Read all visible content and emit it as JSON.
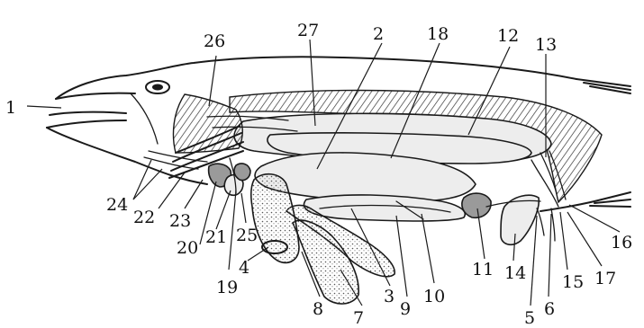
{
  "diagram": {
    "background": "#ffffff",
    "ink": "#1a1a1a",
    "labels": [
      "1",
      "2",
      "3",
      "4",
      "5",
      "6",
      "7",
      "8",
      "9",
      "10",
      "11",
      "12",
      "13",
      "14",
      "15",
      "16",
      "17",
      "18",
      "19",
      "20",
      "21",
      "22",
      "23",
      "24",
      "25",
      "26",
      "27"
    ]
  }
}
